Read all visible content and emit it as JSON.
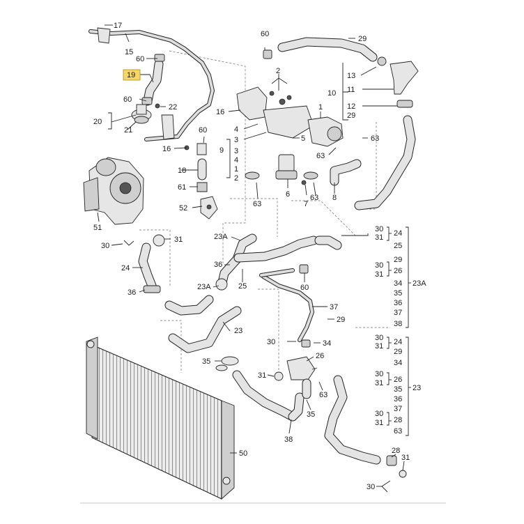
{
  "highlight_color": "#f5d66a",
  "callouts": [
    {
      "id": "c17",
      "text": "17"
    },
    {
      "id": "c15",
      "text": "15"
    },
    {
      "id": "c60a",
      "text": "60"
    },
    {
      "id": "c19",
      "text": "19",
      "highlighted": true
    },
    {
      "id": "c60b",
      "text": "60"
    },
    {
      "id": "c22",
      "text": "22"
    },
    {
      "id": "c20",
      "text": "20"
    },
    {
      "id": "c21",
      "text": "21"
    },
    {
      "id": "c16a",
      "text": "16"
    },
    {
      "id": "c60c",
      "text": "60"
    },
    {
      "id": "c16b",
      "text": "16"
    },
    {
      "id": "c18",
      "text": "18"
    },
    {
      "id": "c61",
      "text": "61"
    },
    {
      "id": "c52",
      "text": "52"
    },
    {
      "id": "c51",
      "text": "51"
    },
    {
      "id": "c30a",
      "text": "30"
    },
    {
      "id": "c31a",
      "text": "31"
    },
    {
      "id": "c24a",
      "text": "24"
    },
    {
      "id": "c36a",
      "text": "36"
    },
    {
      "id": "c60d",
      "text": "60"
    },
    {
      "id": "c29a",
      "text": "29"
    },
    {
      "id": "c2",
      "text": "2"
    },
    {
      "id": "c13",
      "text": "13"
    },
    {
      "id": "c10",
      "text": "10"
    },
    {
      "id": "c11",
      "text": "11"
    },
    {
      "id": "c12",
      "text": "12"
    },
    {
      "id": "c29b",
      "text": "29"
    },
    {
      "id": "c1",
      "text": "1"
    },
    {
      "id": "c4a",
      "text": "4"
    },
    {
      "id": "c3a",
      "text": "3"
    },
    {
      "id": "c5",
      "text": "5"
    },
    {
      "id": "c63a",
      "text": "63"
    },
    {
      "id": "c63b",
      "text": "63"
    },
    {
      "id": "c9",
      "text": "9"
    },
    {
      "id": "c3b",
      "text": "3"
    },
    {
      "id": "c4b",
      "text": "4"
    },
    {
      "id": "c1b",
      "text": "1"
    },
    {
      "id": "c2b",
      "text": "2"
    },
    {
      "id": "c6",
      "text": "6"
    },
    {
      "id": "c63c",
      "text": "63"
    },
    {
      "id": "c7",
      "text": "7"
    },
    {
      "id": "c63d",
      "text": "63"
    },
    {
      "id": "c8",
      "text": "8"
    },
    {
      "id": "c23a1",
      "text": "23A"
    },
    {
      "id": "c36b",
      "text": "36"
    },
    {
      "id": "c25",
      "text": "25"
    },
    {
      "id": "c60e",
      "text": "60"
    },
    {
      "id": "c23a2",
      "text": "23A"
    },
    {
      "id": "c37",
      "text": "37"
    },
    {
      "id": "c29c",
      "text": "29"
    },
    {
      "id": "c23",
      "text": "23"
    },
    {
      "id": "c30b",
      "text": "30"
    },
    {
      "id": "c34",
      "text": "34"
    },
    {
      "id": "c26",
      "text": "26"
    },
    {
      "id": "c35a",
      "text": "35"
    },
    {
      "id": "c31b",
      "text": "31"
    },
    {
      "id": "c63e",
      "text": "63"
    },
    {
      "id": "c35b",
      "text": "35"
    },
    {
      "id": "c38",
      "text": "38"
    },
    {
      "id": "c50",
      "text": "50"
    },
    {
      "id": "c28",
      "text": "28"
    },
    {
      "id": "c31c",
      "text": "31"
    },
    {
      "id": "c30c",
      "text": "30"
    }
  ],
  "bracket_groups": [
    {
      "id": "g23A",
      "text": "23A",
      "rows": [
        [
          "30",
          "31",
          "24"
        ],
        [
          "",
          "",
          "25"
        ],
        [
          "",
          "",
          "29"
        ],
        [
          "30",
          "31",
          "26"
        ],
        [
          "",
          "",
          "34"
        ],
        [
          "",
          "",
          "35"
        ],
        [
          "",
          "",
          "36"
        ],
        [
          "",
          "",
          "37"
        ],
        [
          "",
          "",
          "38"
        ]
      ]
    },
    {
      "id": "g23",
      "text": "23",
      "rows": [
        [
          "30",
          "31",
          "24"
        ],
        [
          "",
          "",
          "29"
        ],
        [
          "",
          "",
          "34"
        ],
        [
          "30",
          "31",
          "26"
        ],
        [
          "",
          "",
          "35"
        ],
        [
          "",
          "",
          "36"
        ],
        [
          "",
          "",
          "37"
        ],
        [
          "30",
          "31",
          "28"
        ],
        [
          "",
          "",
          "63"
        ]
      ]
    }
  ]
}
